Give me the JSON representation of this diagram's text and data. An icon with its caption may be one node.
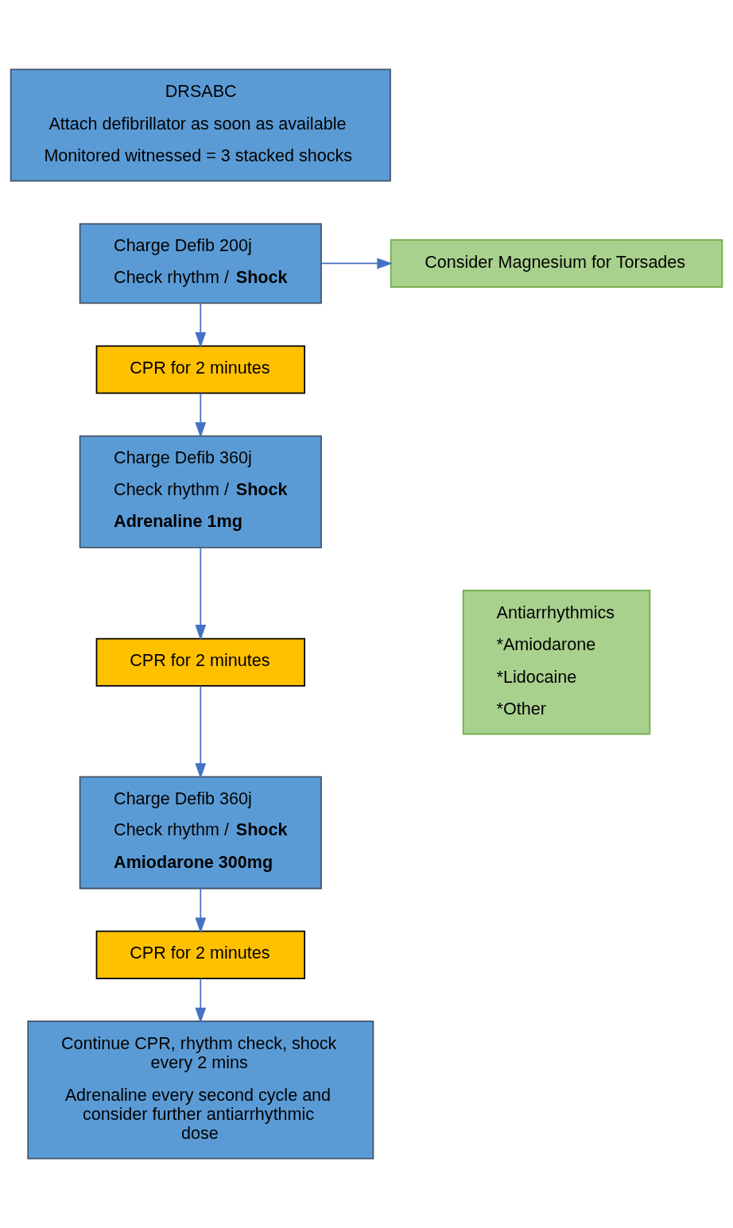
{
  "diagram": {
    "nodes": [
      {
        "text": [
          "DRSABC",
          "Attach defibrillator as soon as available",
          "Monitored witnessed = 3 stacked shocks"
        ]
      },
      {
        "text": [
          "Charge Defib 200j",
          "Check rhythm / **Shock**"
        ]
      },
      {
        "text": [
          "Consider Magnesium for Torsades"
        ]
      },
      {
        "text": [
          "CPR for 2 minutes"
        ]
      },
      {
        "text": [
          "Charge Defib 360j",
          "Check rhythm / **Shock**",
          "Adrenaline 1mg"
        ]
      },
      {
        "text": [
          "CPR for 2 minutes"
        ]
      },
      {
        "text": [
          "Charge Defib 360j",
          "Check rhythm / **Shock**",
          "Amiodarone 300mg"
        ]
      },
      {
        "text": [
          "CPR for 2 minutes"
        ]
      },
      {
        "text": [
          "Continue CPR, rhythm check, shock every 2 mins",
          "Adrenaline every second cycle and consider further antiarrhythmic dose"
        ]
      },
      {
        "text": [
          "Antiarrhythmics",
          "*Amiodarone",
          "*Lidocaine",
          "*Other"
        ]
      }
    ],
    "edges": [
      {
        "from": 1,
        "to": 2,
        "arrow": "to"
      },
      {
        "from": 1,
        "to": 3,
        "arrow": "to"
      },
      {
        "from": 3,
        "to": 4,
        "arrow": "to"
      },
      {
        "from": 4,
        "to": 5,
        "arrow": "to"
      },
      {
        "from": 5,
        "to": 6,
        "arrow": "to"
      },
      {
        "from": 6,
        "to": 7,
        "arrow": "to"
      },
      {
        "from": 7,
        "to": 8,
        "arrow": "to"
      }
    ]
  }
}
